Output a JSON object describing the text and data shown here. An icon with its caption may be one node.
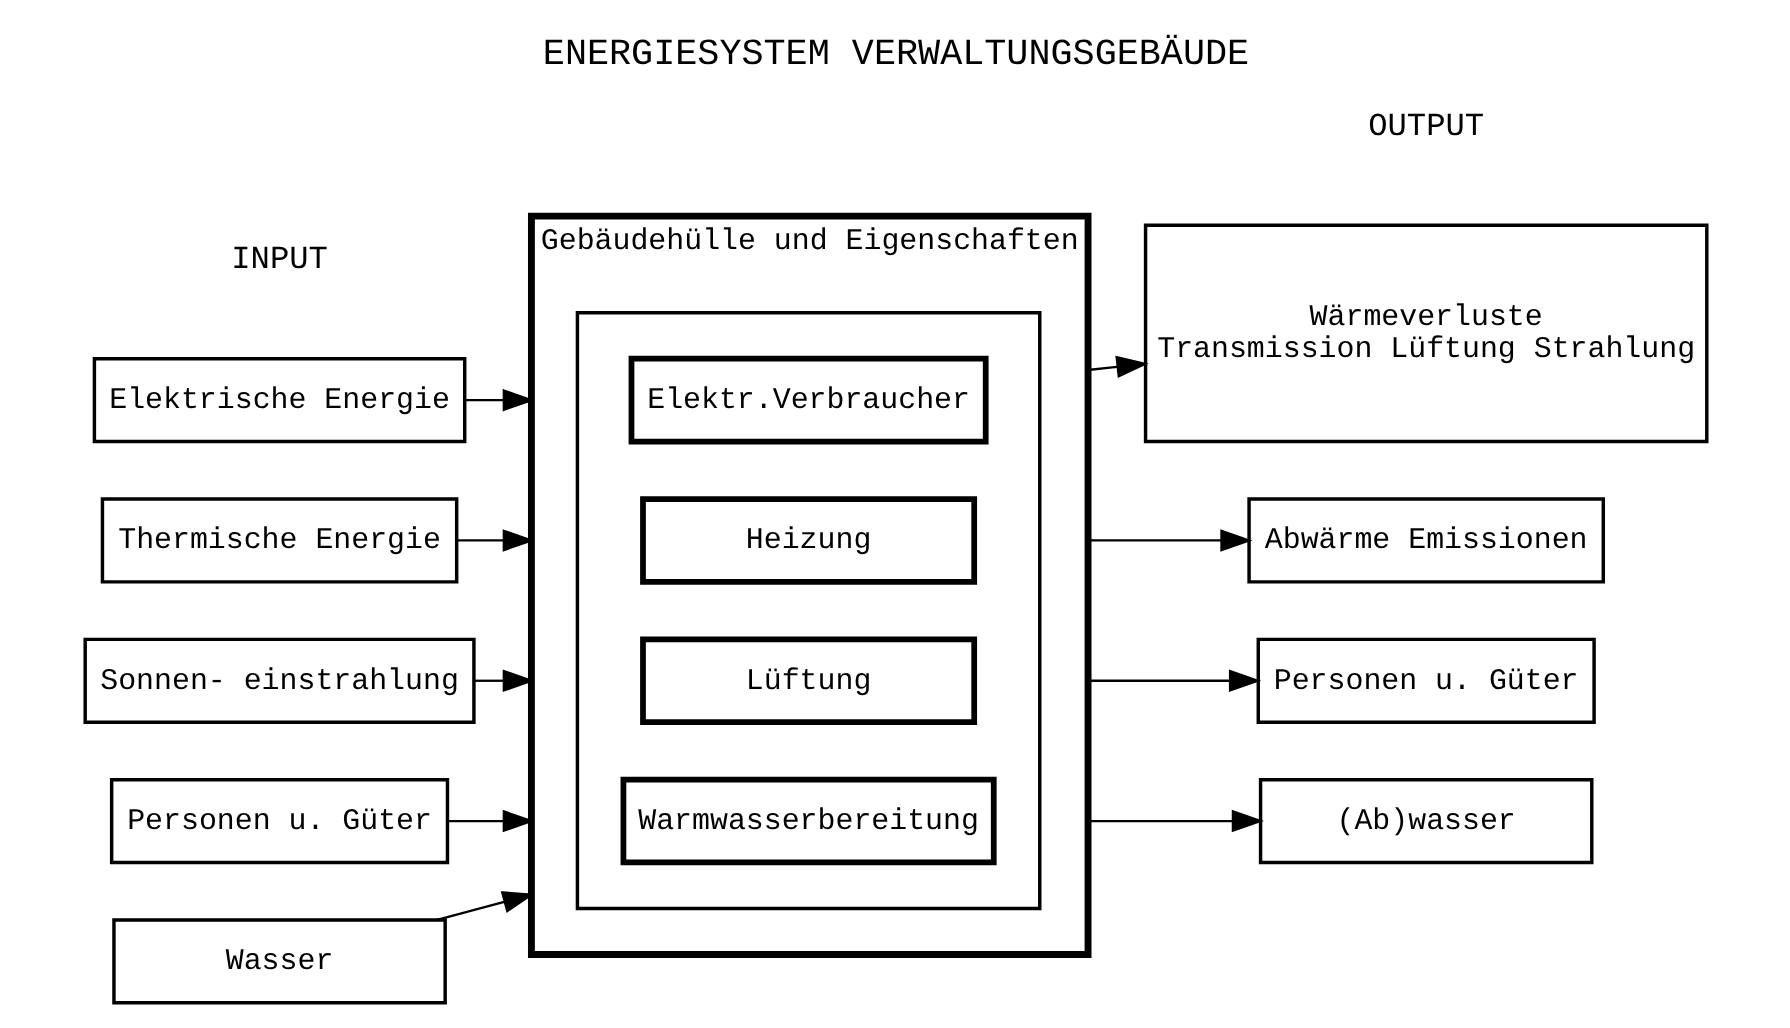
{
  "diagram": {
    "title": "ENERGIESYSTEM VERWALTUNGSGEBÄUDE",
    "nodes": [
      {
        "text": [
          "Elektrische Energie"
        ]
      },
      {
        "text": [
          "Thermische Energie"
        ]
      },
      {
        "text": [
          "Sonnen- einstrahlung"
        ]
      },
      {
        "text": [
          "Personen u. Güter"
        ]
      },
      {
        "text": [
          "Wasser"
        ]
      },
      {
        "text": [
          "Gebäudehülle und Eigenschaften"
        ]
      },
      {
        "text": [],
        "shape": "box",
        "in": 5
      },
      {
        "text": [
          "Elektr.Verbraucher"
        ],
        "in": 6
      },
      {
        "text": [
          "Heizung"
        ],
        "in": 6
      },
      {
        "text": [
          "Lüftung"
        ],
        "in": 6
      },
      {
        "text": [
          "Warmwasserbereitung"
        ],
        "in": 6
      },
      {
        "text": [
          "Wärmeverluste",
          "Transmission Lüftung Strahlung"
        ]
      },
      {
        "text": [
          "Abwärme Emissionen"
        ]
      },
      {
        "text": [
          "Personen u. Güter"
        ]
      },
      {
        "text": [
          "(Ab)wasser"
        ]
      }
    ],
    "edges": [
      {
        "from": 0,
        "to": 5,
        "arrow": "to"
      },
      {
        "from": 1,
        "to": 5,
        "arrow": "to"
      },
      {
        "from": 2,
        "to": 5,
        "arrow": "to"
      },
      {
        "from": 3,
        "to": 5,
        "arrow": "to"
      },
      {
        "from": 4,
        "to": 5,
        "arrow": "to"
      },
      {
        "from": 5,
        "to": 11,
        "arrow": "to"
      },
      {
        "from": 5,
        "to": 12,
        "arrow": "to"
      },
      {
        "from": 5,
        "to": 13,
        "arrow": "to"
      },
      {
        "from": 5,
        "to": 14,
        "arrow": "to"
      }
    ],
    "labels": [
      "INPUT",
      "OUTPUT"
    ]
  }
}
